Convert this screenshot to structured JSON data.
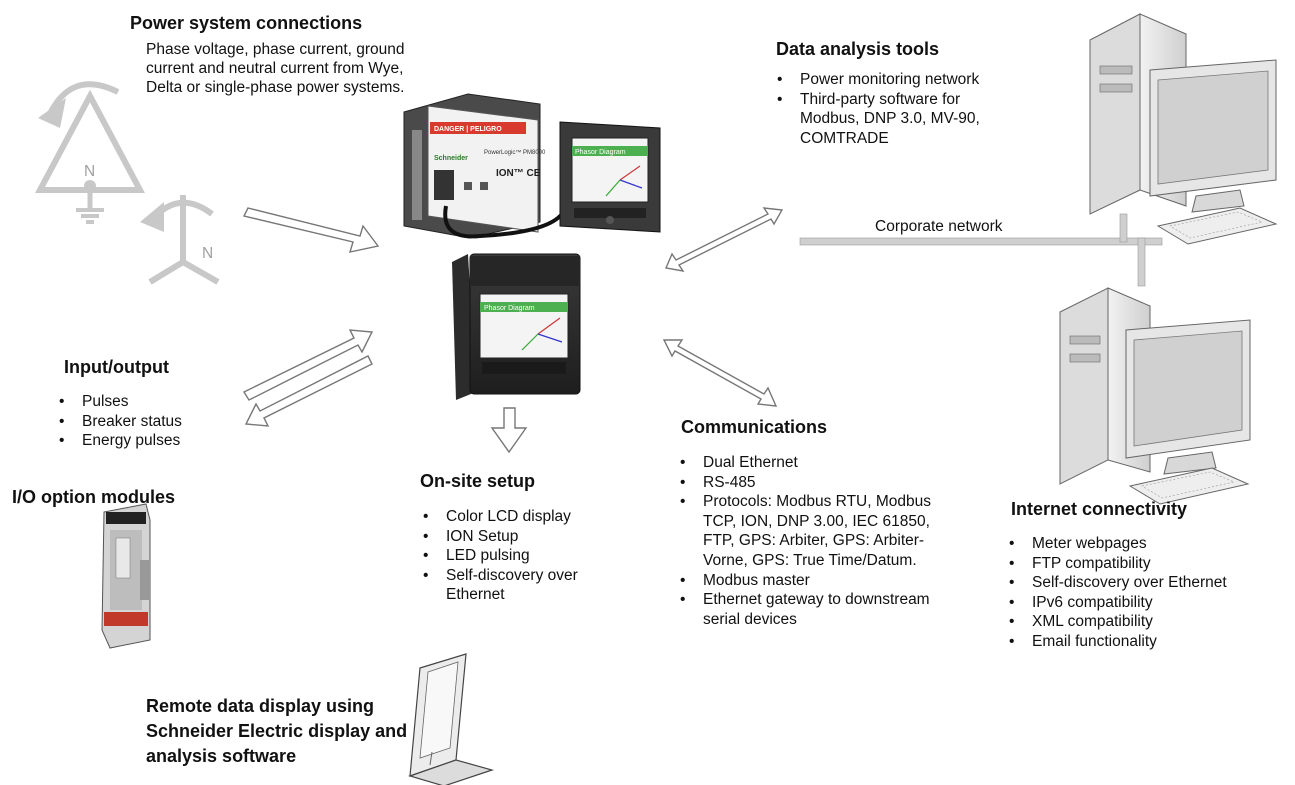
{
  "power": {
    "title": "Power system connections",
    "body": "Phase voltage, phase current, ground current and neutral current from Wye, Delta or single-phase power systems.",
    "delta_neutral": "N",
    "wye_neutral": "N"
  },
  "data_analysis": {
    "title": "Data analysis tools",
    "items": [
      "Power monitoring network",
      "Third-party software for Modbus, DNP 3.0, MV-90, COMTRADE"
    ]
  },
  "network": {
    "label": "Corporate network"
  },
  "io": {
    "title": "Input/output",
    "items": [
      "Pulses",
      "Breaker status",
      "Energy pulses"
    ]
  },
  "io_modules": {
    "title": "I/O option modules"
  },
  "setup": {
    "title": "On-site setup",
    "items": [
      "Color LCD display",
      "ION Setup",
      "LED pulsing",
      "Self-discovery over Ethernet"
    ]
  },
  "comms": {
    "title": "Communications",
    "items": [
      "Dual Ethernet",
      "RS-485",
      "Protocols: Modbus RTU, Modbus TCP, ION, DNP 3.00, IEC 61850, FTP, GPS: Arbiter, GPS: Arbiter-Vorne, GPS: True Time/Datum.",
      "Modbus master",
      "Ethernet gateway to downstream serial devices"
    ]
  },
  "internet": {
    "title": "Internet connectivity",
    "items": [
      "Meter webpages",
      "FTP compatibility",
      "Self-discovery over Ethernet",
      "IPv6 compatibility",
      "XML compatibility",
      "Email functionality"
    ]
  },
  "remote": {
    "title": "Remote data display using Schneider Electric display and analysis software"
  },
  "device": {
    "label_danger": "DANGER | PELIGRO",
    "label_brand": "Schneider",
    "label_model": "PowerLogic™ PM8000",
    "label_ion": "ION™ CE",
    "screen_title": "Phasor Diagram"
  }
}
